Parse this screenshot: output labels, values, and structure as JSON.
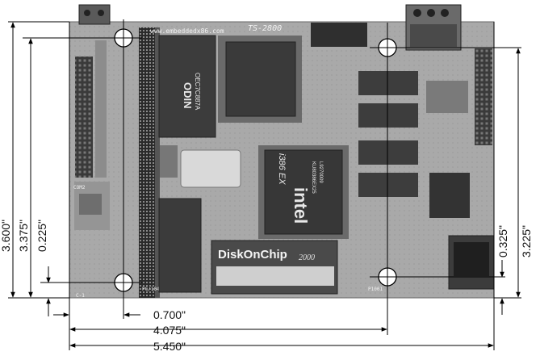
{
  "board": {
    "silkscreen_url": "www.embeddedx86.com",
    "model": "TS-2800",
    "odin_chip": {
      "brand": "ODIN",
      "part": "OEC7C887A"
    },
    "intel_chip": {
      "brand": "intel",
      "part": "i386 EX",
      "code1": "KU80386EX25",
      "code2": "L9270009"
    },
    "diskonchip": {
      "title": "DiskOnChip",
      "suffix": "2000"
    },
    "com2_label": "COM2",
    "pc104_label": "PC/104",
    "bottom_left_label": "C-1",
    "bottom_right_label": "P1001"
  },
  "dimensions": {
    "v_left_outer": "3.600\"",
    "v_left_mid": "3.375\"",
    "v_left_inner": "0.225\"",
    "v_right_inner": "0.325\"",
    "v_right_outer": "3.225\"",
    "h_bottom_1": "0.700\"",
    "h_bottom_2": "4.075\"",
    "h_bottom_3": "5.450\""
  }
}
